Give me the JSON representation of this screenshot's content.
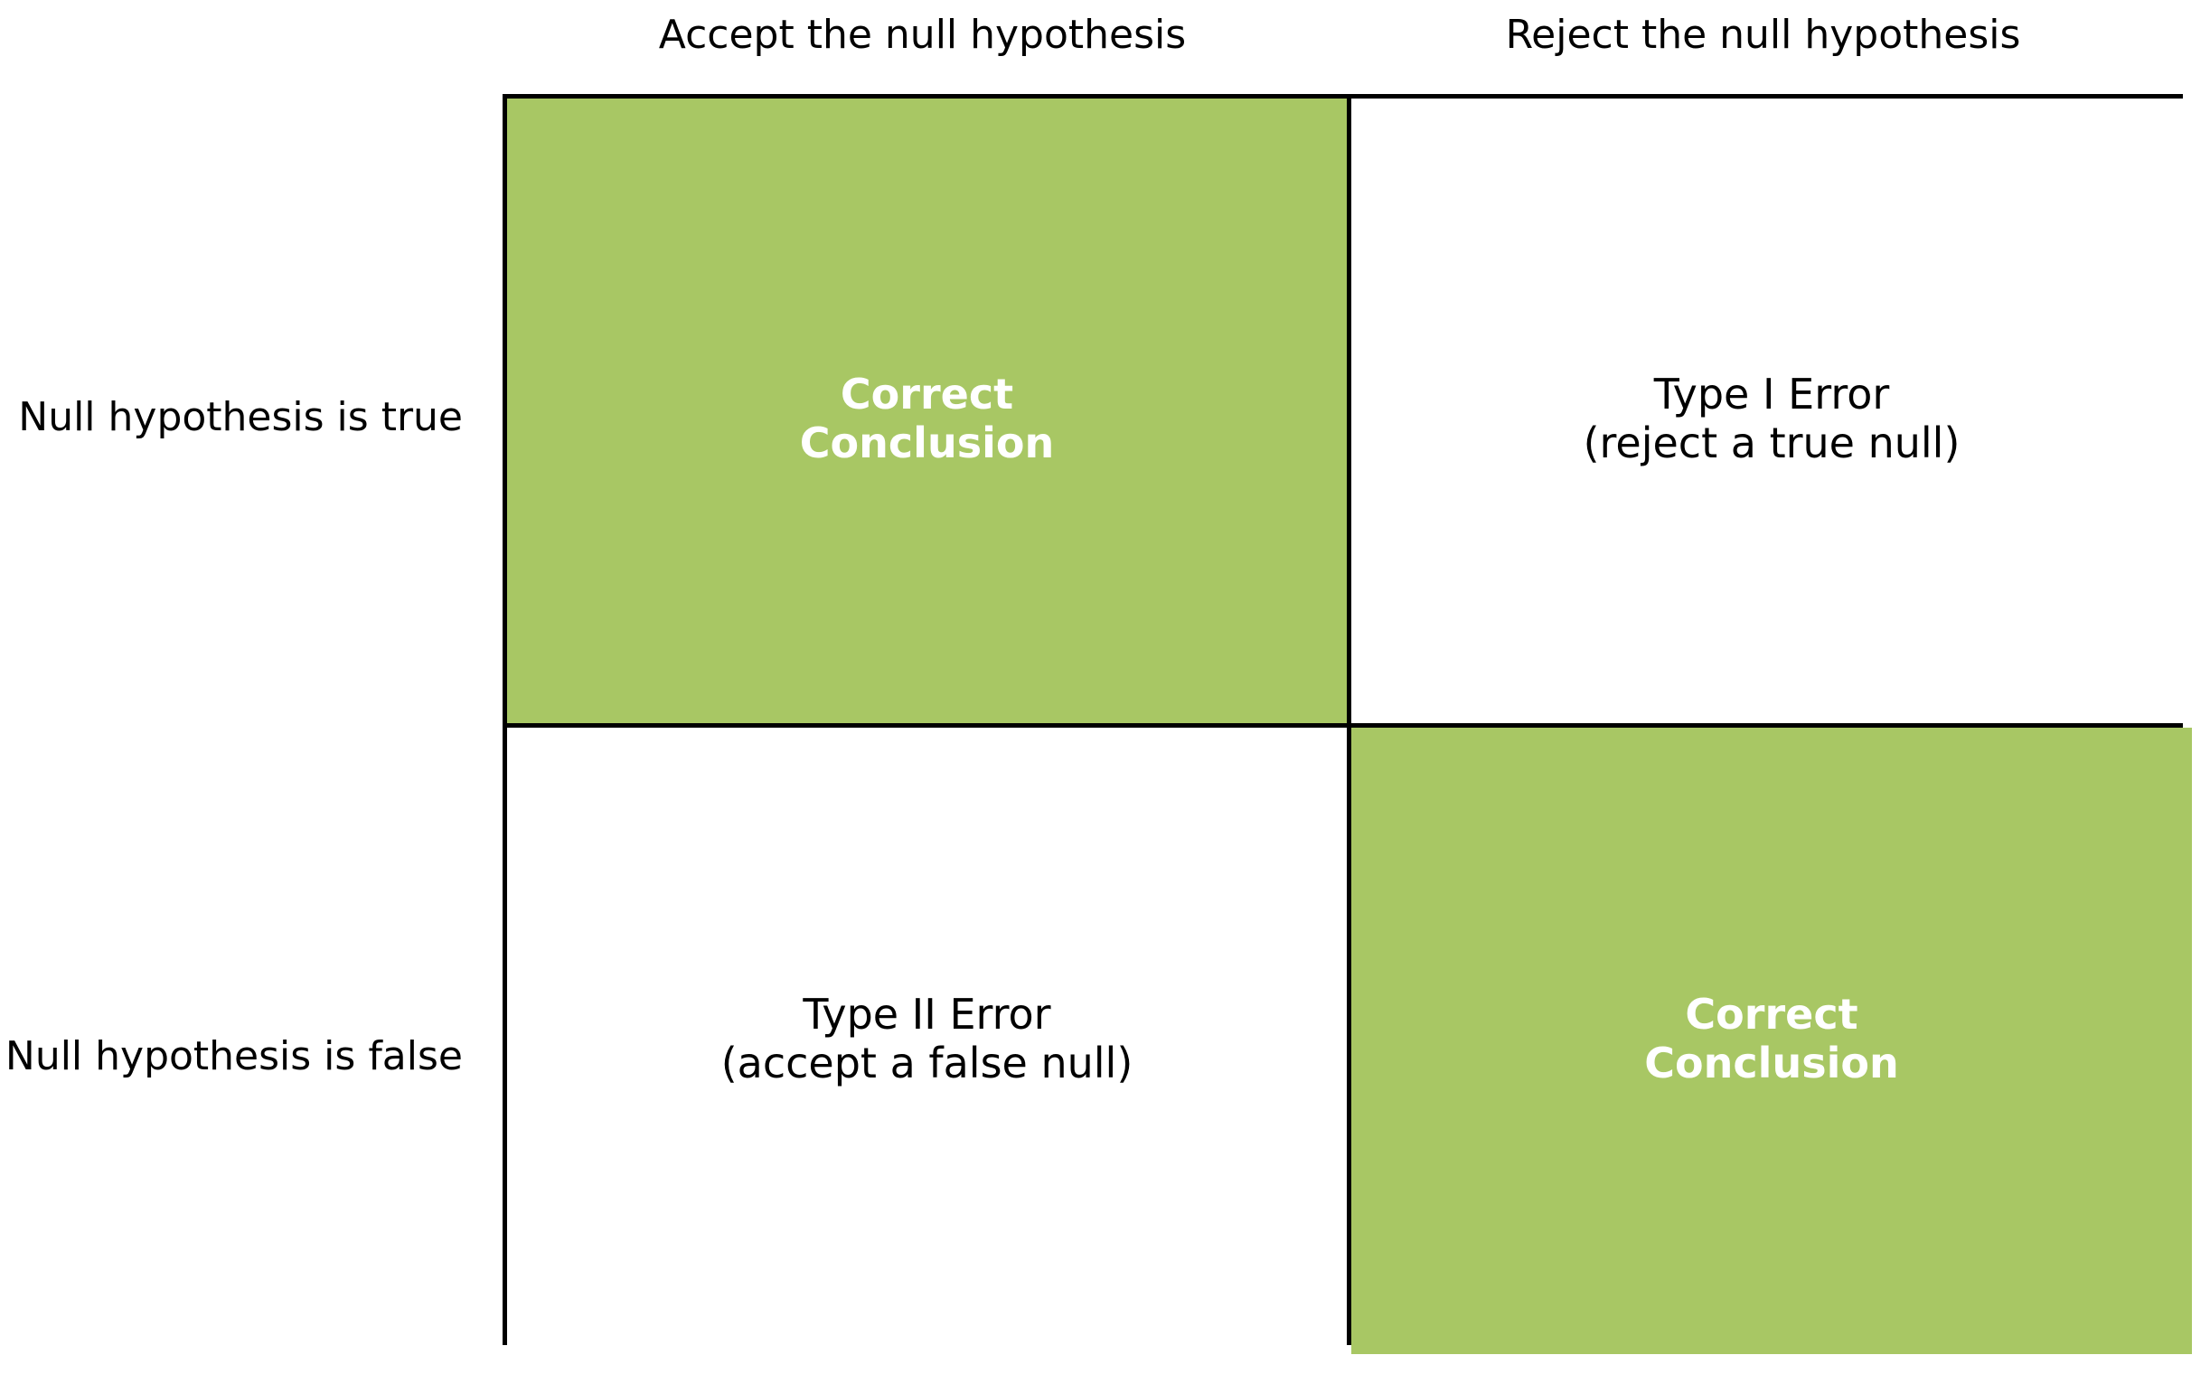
{
  "figure": {
    "kind": "hypothesis-testing-decision-matrix",
    "background_color": "#ffffff",
    "border_color": "#000000",
    "correct_cell_color": "#a8c764",
    "error_cell_color": "#ffffff",
    "correct_text_color": "#ffffff",
    "error_text_color": "#000000"
  },
  "column_headers": [
    "Accept the null hypothesis",
    "Reject the null hypothesis"
  ],
  "row_headers": [
    "Null hypothesis is true",
    "Null hypothesis is false"
  ],
  "cells": [
    [
      {
        "text": "Correct\nConclusion",
        "outcome": "correct"
      },
      {
        "text": "Type I Error\n(reject a true null)",
        "outcome": "error"
      }
    ],
    [
      {
        "text": "Type II Error\n(accept a false null)",
        "outcome": "error"
      },
      {
        "text": "Correct\nConclusion",
        "outcome": "correct"
      }
    ]
  ]
}
